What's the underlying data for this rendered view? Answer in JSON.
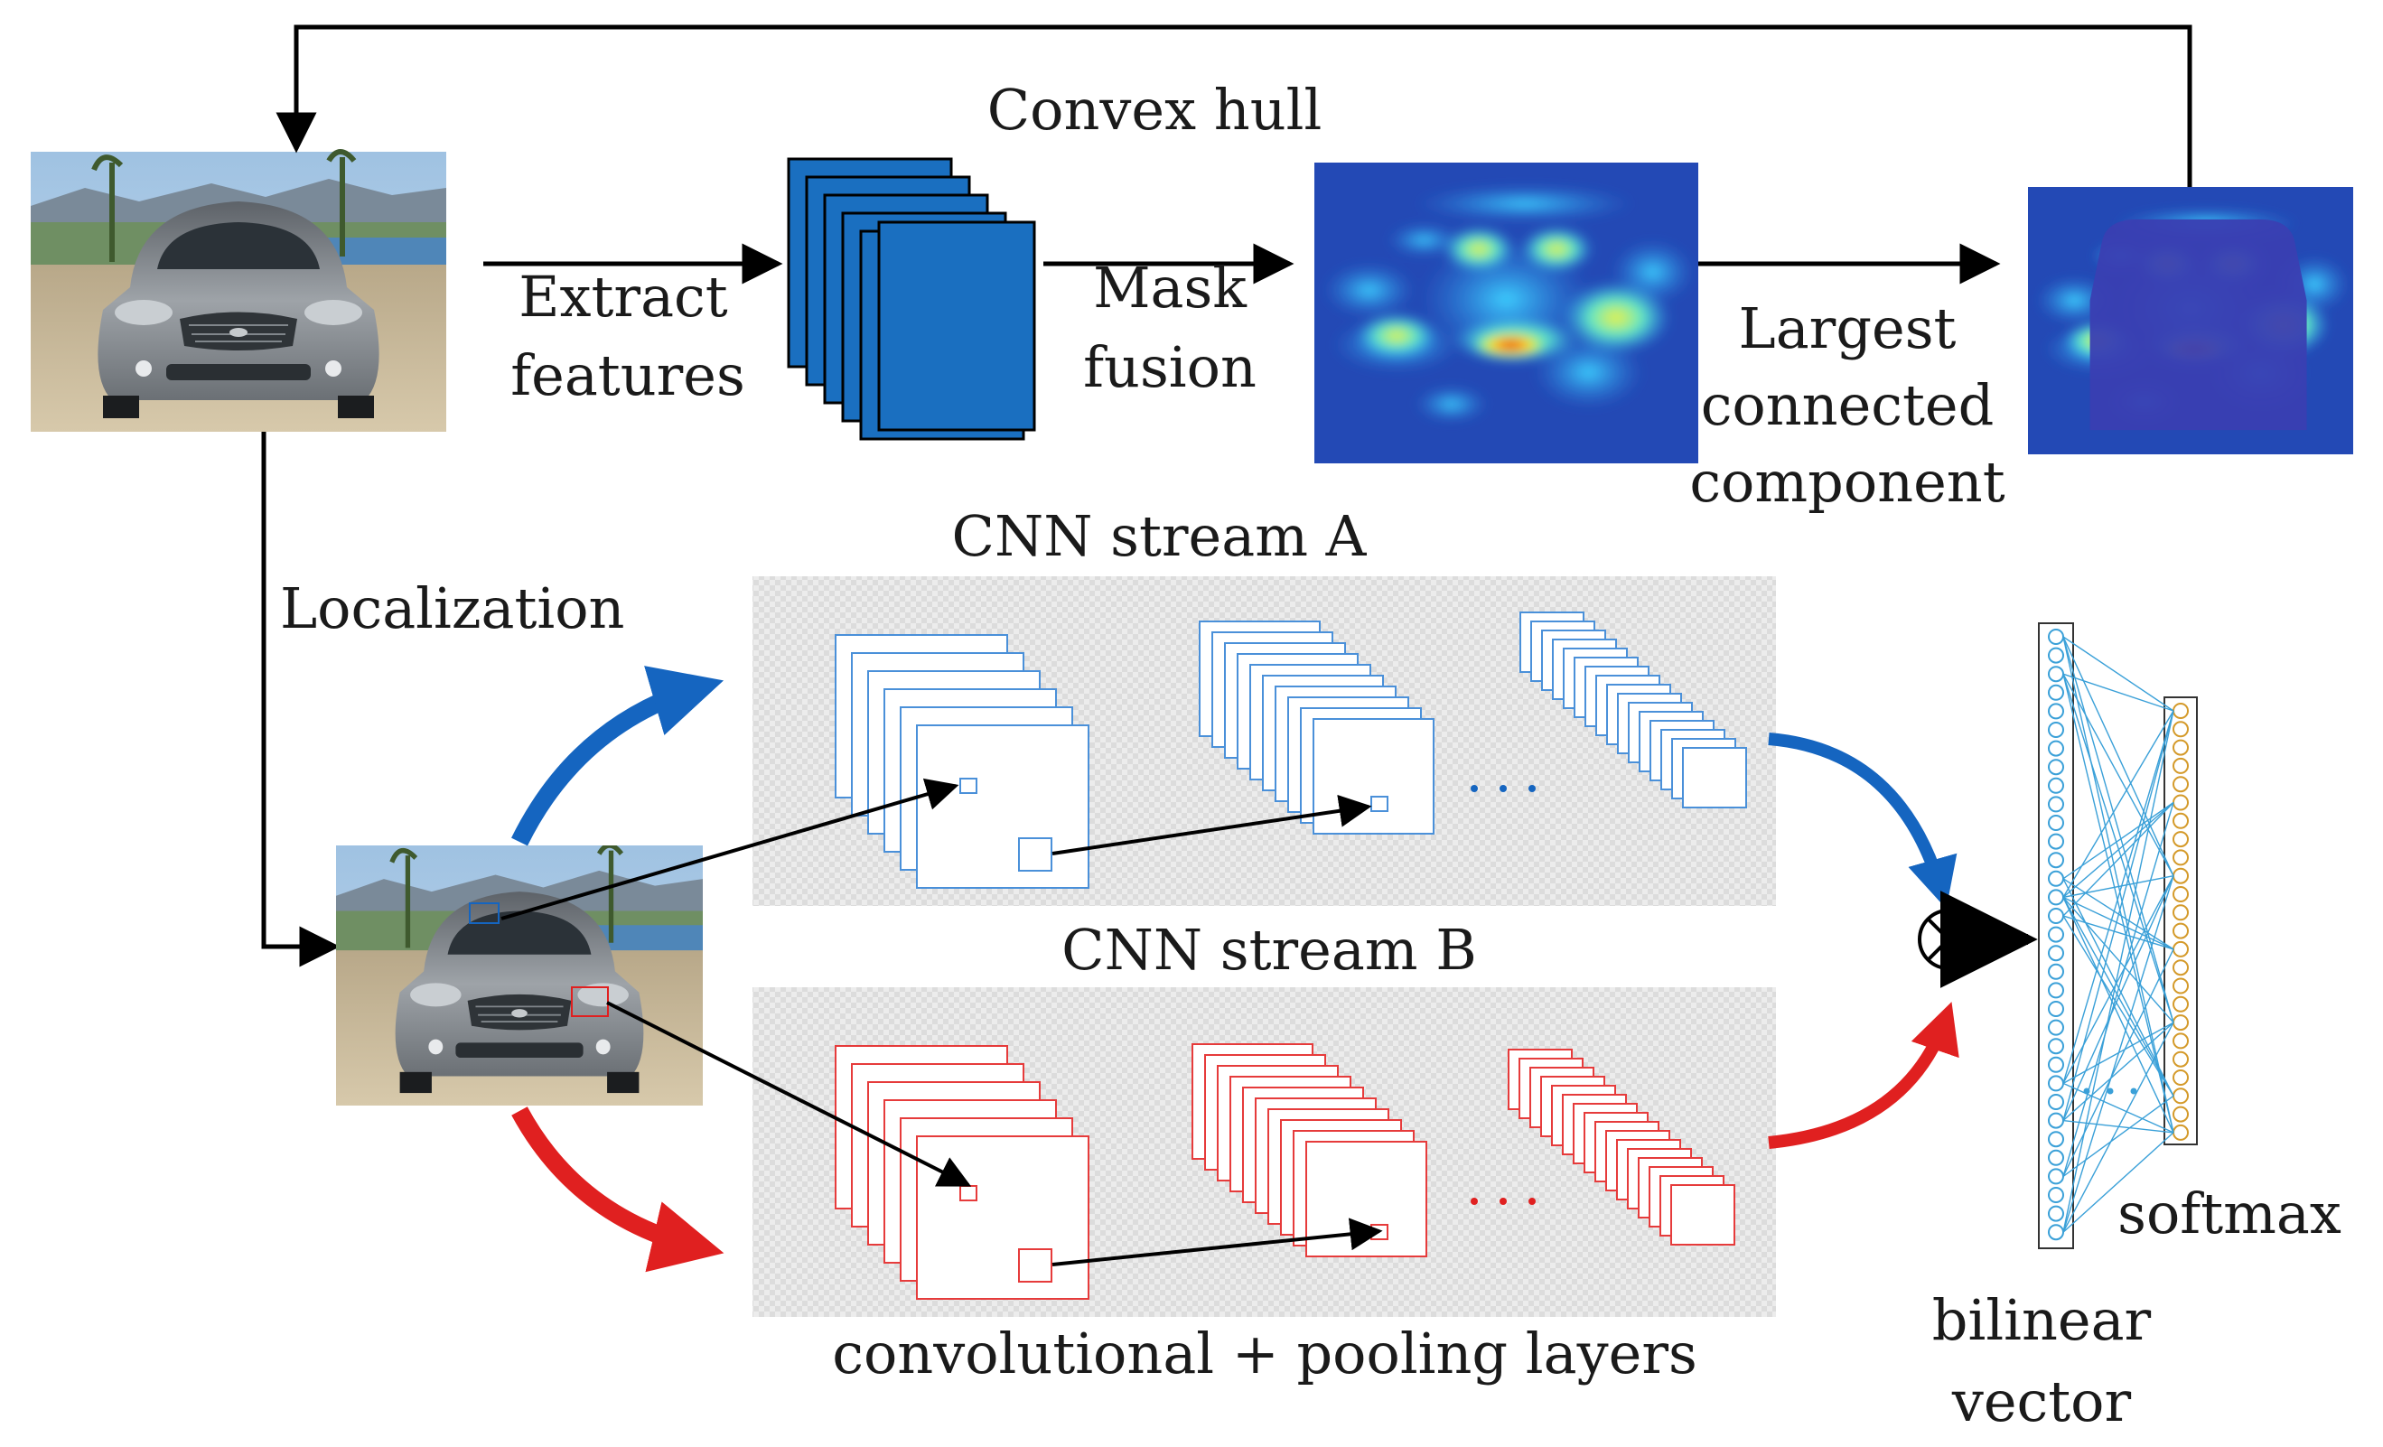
{
  "labels": {
    "convex_hull": "Convex hull",
    "extract_1": "Extract",
    "extract_2": "features",
    "mask_1": "Mask",
    "mask_2": "fusion",
    "largest_1": "Largest",
    "largest_2": "connected",
    "largest_3": "component",
    "localization": "Localization",
    "cnn_a": "CNN stream A",
    "cnn_b": "CNN stream B",
    "conv_pool": "convolutional + pooling layers",
    "bilinear_1": "bilinear",
    "bilinear_2": "vector",
    "softmax": "softmax"
  },
  "colors": {
    "stream_a": "#1565c0",
    "stream_a_light": "#4a90d9",
    "stream_b": "#e02020",
    "feature_map": "#1a6fc0",
    "bilinear_nodes": "#3aa0d8",
    "softmax_nodes": "#d49a2a",
    "arrow": "#000000"
  },
  "icons": {
    "car_photo": "car-photo",
    "outer_product": "circled-times-icon"
  }
}
